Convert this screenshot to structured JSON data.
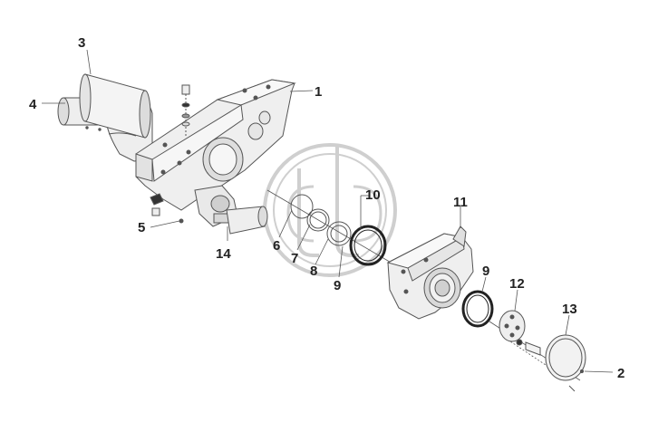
{
  "diagram": {
    "callouts": [
      {
        "id": "c1",
        "label": "1"
      },
      {
        "id": "c2",
        "label": "2"
      },
      {
        "id": "c3",
        "label": "3"
      },
      {
        "id": "c4",
        "label": "4"
      },
      {
        "id": "c5",
        "label": "5"
      },
      {
        "id": "c6",
        "label": "6"
      },
      {
        "id": "c7",
        "label": "7"
      },
      {
        "id": "c8",
        "label": "8"
      },
      {
        "id": "c9a",
        "label": "9"
      },
      {
        "id": "c9b",
        "label": "9"
      },
      {
        "id": "c10",
        "label": "10"
      },
      {
        "id": "c11",
        "label": "11"
      },
      {
        "id": "c12",
        "label": "12"
      },
      {
        "id": "c13",
        "label": "13"
      },
      {
        "id": "c14",
        "label": "14"
      }
    ]
  },
  "colors": {
    "line": "#555555",
    "part_fill": "#eeeeee",
    "part_shade": "#cfcfcf",
    "watermark": "#cccccc",
    "ring": "#222222"
  }
}
